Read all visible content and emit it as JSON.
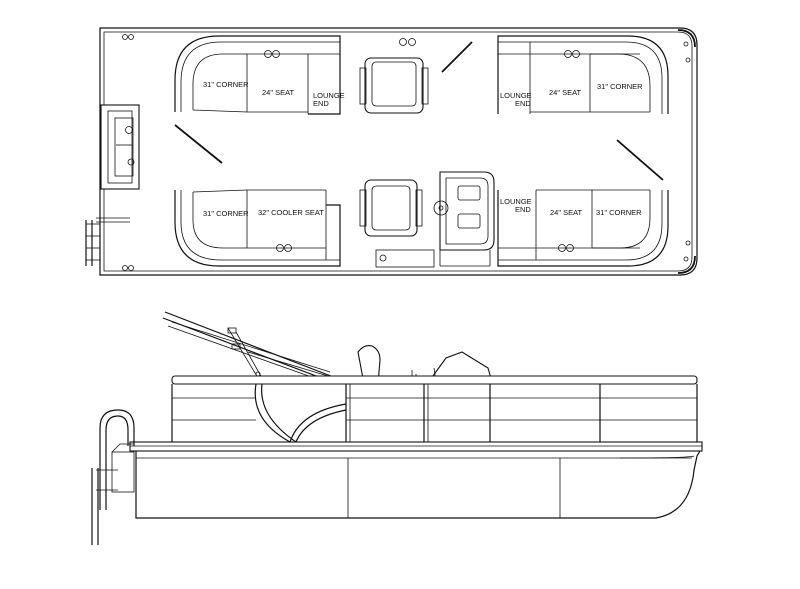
{
  "top_view": {
    "seats": {
      "corner_top_left": "31\" CORNER",
      "seat_top_left": "24\" SEAT",
      "lounge_top_left_1": "LOUNGE",
      "lounge_top_left_2": "END",
      "lounge_top_right_1": "LOUNGE",
      "lounge_top_right_2": "END",
      "seat_top_right": "24\" SEAT",
      "corner_top_right": "31\" CORNER",
      "corner_bottom_left": "31\" CORNER",
      "cooler_seat": "32\" COOLER SEAT",
      "lounge_bottom_right_1": "LOUNGE",
      "lounge_bottom_right_2": "END",
      "seat_bottom_right": "24\" SEAT",
      "corner_bottom_right": "31\" CORNER"
    }
  }
}
